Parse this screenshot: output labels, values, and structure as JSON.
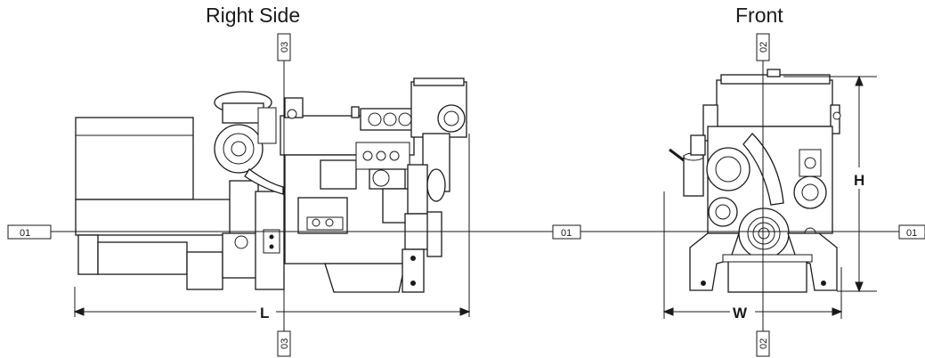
{
  "views": {
    "right_side": {
      "title": "Right Side"
    },
    "front": {
      "title": "Front"
    }
  },
  "reference_labels": {
    "axis_01": "01",
    "axis_02": "02",
    "axis_03": "03"
  },
  "dimensions": {
    "length": "L",
    "width": "W",
    "height": "H"
  }
}
